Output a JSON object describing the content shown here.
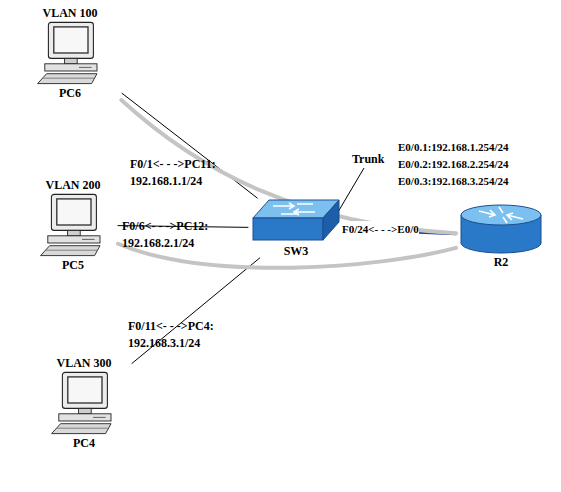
{
  "diagram": {
    "nodes": [
      {
        "text": [
          "VLAN 100",
          "PC6"
        ]
      },
      {
        "text": [
          "VLAN 200",
          "PC5"
        ]
      },
      {
        "text": [
          "VLAN 300",
          "PC4"
        ]
      },
      {
        "text": [
          "SW3"
        ]
      },
      {
        "text": [
          "R2"
        ]
      }
    ],
    "edges": [
      {
        "from": 0,
        "to": 3,
        "arrow": "none",
        "label": "F0/1<- - ->PC11: 192.168.1.1/24"
      },
      {
        "from": 1,
        "to": 3,
        "arrow": "none",
        "label": "F0/6<- - ->PC12: 192.168.2.1/24"
      },
      {
        "from": 2,
        "to": 3,
        "arrow": "none",
        "label": "F0/11<- - ->PC4: 192.168.3.1/24"
      },
      {
        "from": 3,
        "to": 4,
        "arrow": "none",
        "label": "F0/24<- - ->E0/0"
      },
      {
        "from": 0,
        "to": 4,
        "arrow": "none"
      },
      {
        "from": 1,
        "to": 4,
        "arrow": "none"
      }
    ],
    "labels": [
      "Trunk",
      "E0/0.1:192.168.1.254/24",
      "E0/0.2:192.168.2.254/24",
      "E0/0.3:192.168.3.254/24"
    ]
  }
}
